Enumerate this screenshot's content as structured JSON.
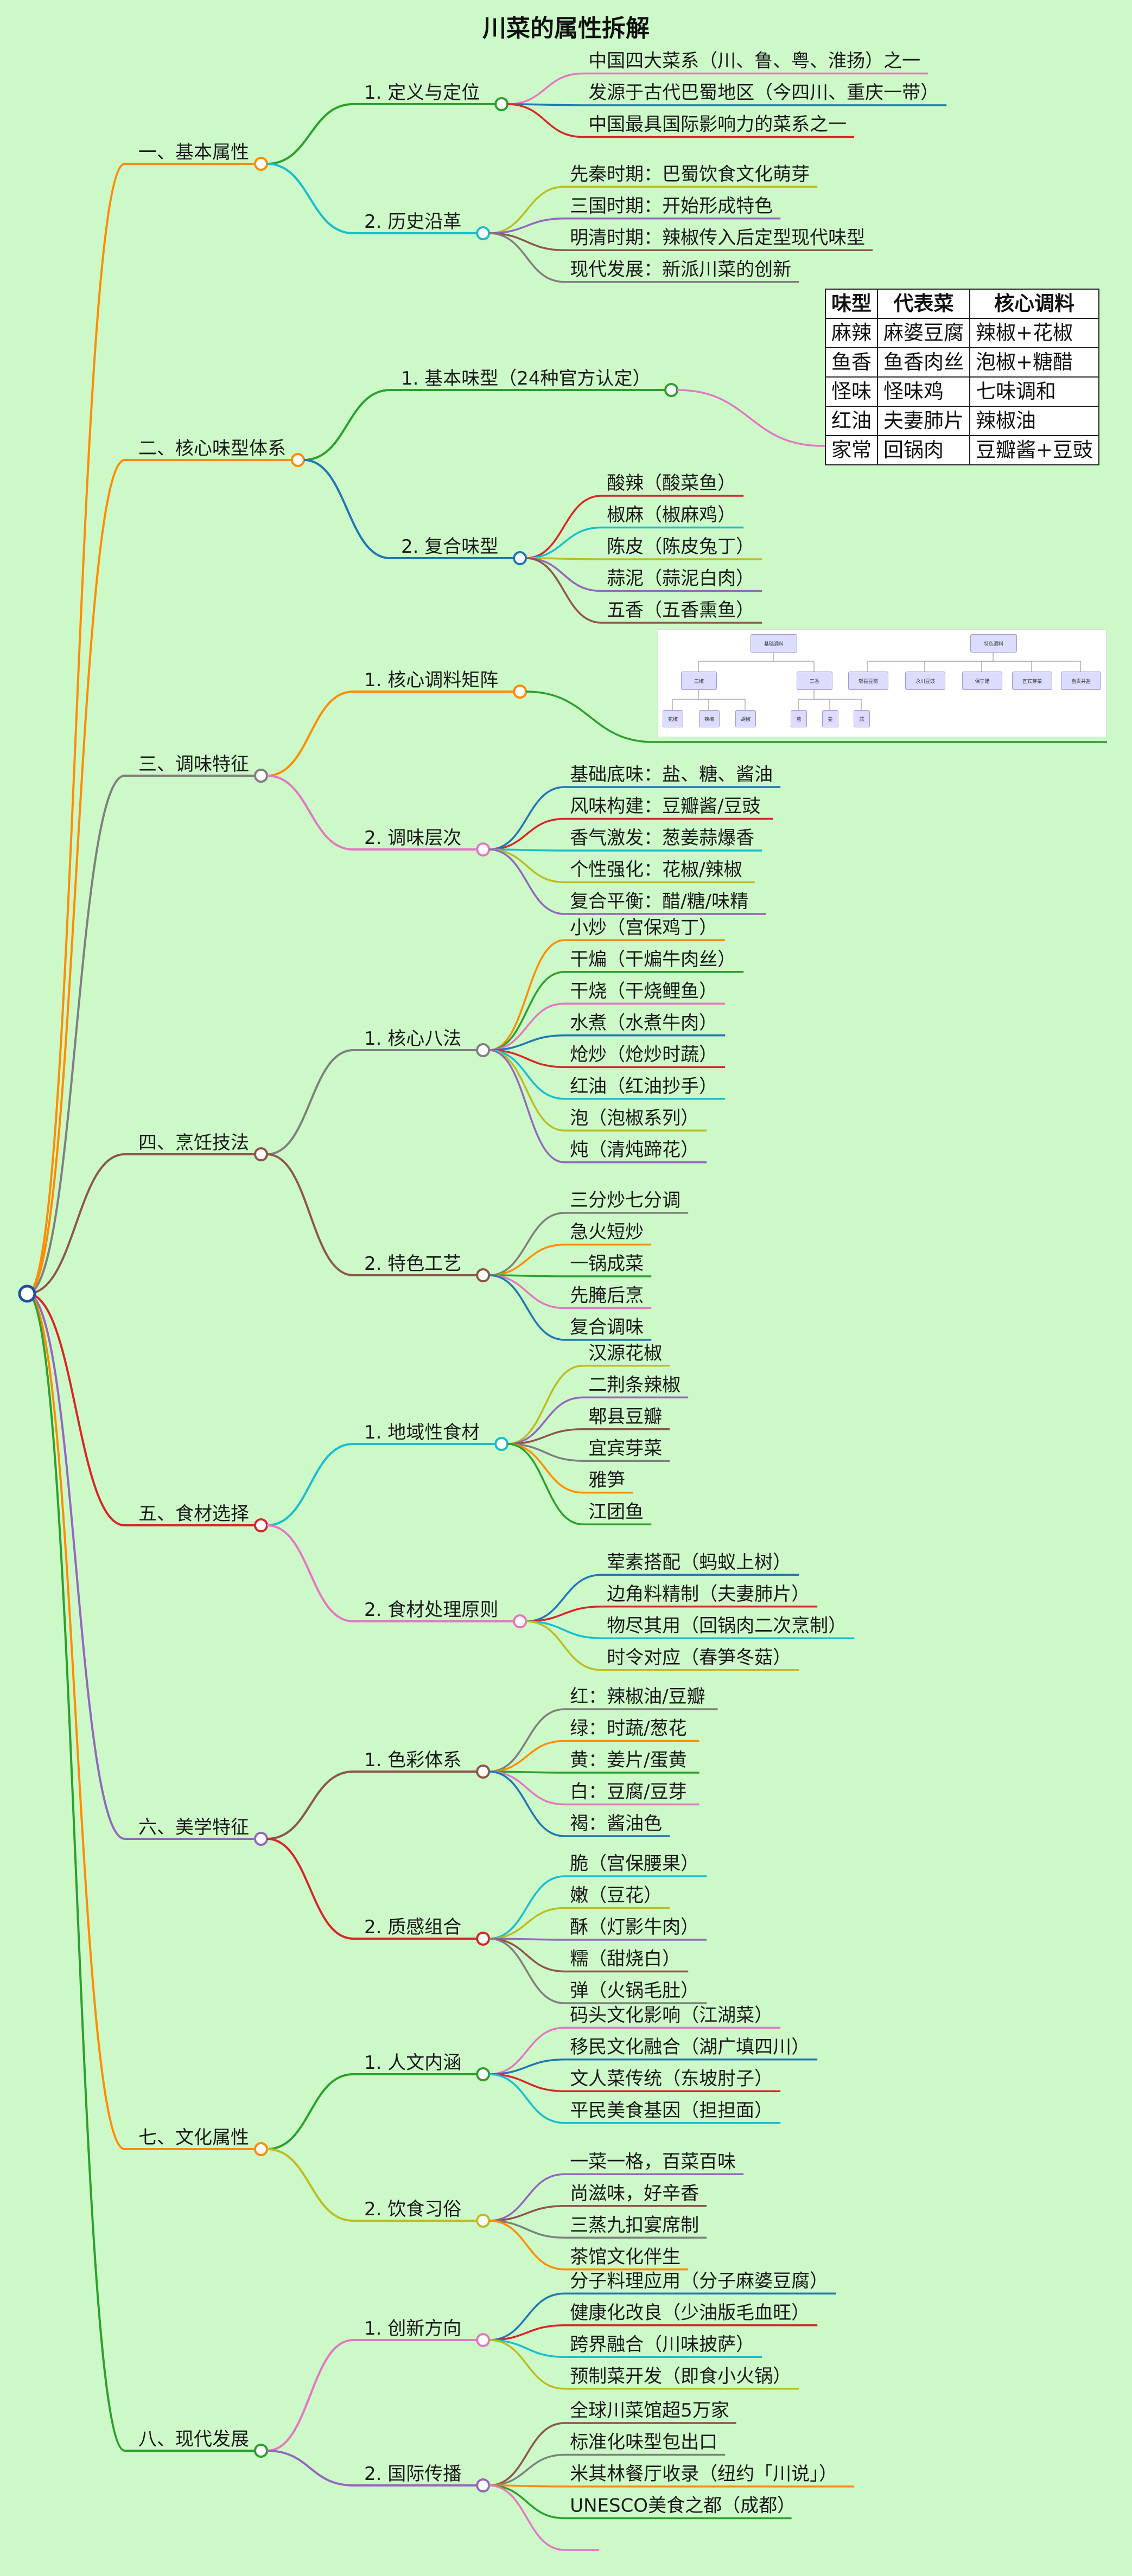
{
  "title": "川菜的属性拆解",
  "colors": {
    "background": "#cdf9c8",
    "palette": [
      "#ff8c00",
      "#2ca02c",
      "#e377c2",
      "#1f77b4",
      "#d62728",
      "#17becf",
      "#bcbd22",
      "#9467bd",
      "#8c564b",
      "#7f7f7f"
    ]
  },
  "branches": [
    {
      "label": "一、基本属性",
      "subs": [
        {
          "label": "1. 定义与定位",
          "leaves": [
            "中国四大菜系（川、鲁、粤、淮扬）之一",
            "发源于古代巴蜀地区（今四川、重庆一带）",
            "中国最具国际影响力的菜系之一"
          ]
        },
        {
          "label": "2. 历史沿革",
          "leaves": [
            "先秦时期：巴蜀饮食文化萌芽",
            "三国时期：开始形成特色",
            "明清时期：辣椒传入后定型现代味型",
            "现代发展：新派川菜的创新"
          ]
        }
      ]
    },
    {
      "label": "二、核心味型体系",
      "subs": [
        {
          "label": "1. 基本味型（24种官方认定）",
          "leaves": []
        },
        {
          "label": "2. 复合味型",
          "leaves": [
            "酸辣（酸菜鱼）",
            "椒麻（椒麻鸡）",
            "陈皮（陈皮兔丁）",
            "蒜泥（蒜泥白肉）",
            "五香（五香熏鱼）"
          ]
        }
      ]
    },
    {
      "label": "三、调味特征",
      "subs": [
        {
          "label": "1. 核心调料矩阵",
          "leaves": []
        },
        {
          "label": "2. 调味层次",
          "leaves": [
            "基础底味：盐、糖、酱油",
            "风味构建：豆瓣酱/豆豉",
            "香气激发：葱姜蒜爆香",
            "个性强化：花椒/辣椒",
            "复合平衡：醋/糖/味精"
          ]
        }
      ]
    },
    {
      "label": "四、烹饪技法",
      "subs": [
        {
          "label": "1. 核心八法",
          "leaves": [
            "小炒（宫保鸡丁）",
            "干煸（干煸牛肉丝）",
            "干烧（干烧鲤鱼）",
            "水煮（水煮牛肉）",
            "炝炒（炝炒时蔬）",
            "红油（红油抄手）",
            "泡（泡椒系列）",
            "炖（清炖蹄花）"
          ]
        },
        {
          "label": "2. 特色工艺",
          "leaves": [
            "三分炒七分调",
            "急火短炒",
            "一锅成菜",
            "先腌后烹",
            "复合调味"
          ]
        }
      ]
    },
    {
      "label": "五、食材选择",
      "subs": [
        {
          "label": "1. 地域性食材",
          "leaves": [
            "汉源花椒",
            "二荆条辣椒",
            "郫县豆瓣",
            "宜宾芽菜",
            "雅笋",
            "江团鱼"
          ]
        },
        {
          "label": "2. 食材处理原则",
          "leaves": [
            "荤素搭配（蚂蚁上树）",
            "边角料精制（夫妻肺片）",
            "物尽其用（回锅肉二次烹制）",
            "时令对应（春笋冬菇）"
          ]
        }
      ]
    },
    {
      "label": "六、美学特征",
      "subs": [
        {
          "label": "1. 色彩体系",
          "leaves": [
            "红：辣椒油/豆瓣",
            "绿：时蔬/葱花",
            "黄：姜片/蛋黄",
            "白：豆腐/豆芽",
            "褐：酱油色"
          ]
        },
        {
          "label": "2. 质感组合",
          "leaves": [
            "脆（宫保腰果）",
            "嫩（豆花）",
            "酥（灯影牛肉）",
            "糯（甜烧白）",
            "弹（火锅毛肚）"
          ]
        }
      ]
    },
    {
      "label": "七、文化属性",
      "subs": [
        {
          "label": "1. 人文内涵",
          "leaves": [
            "码头文化影响（江湖菜）",
            "移民文化融合（湖广填四川）",
            "文人菜传统（东坡肘子）",
            "平民美食基因（担担面）"
          ]
        },
        {
          "label": "2. 饮食习俗",
          "leaves": [
            "一菜一格，百菜百味",
            "尚滋味，好辛香",
            "三蒸九扣宴席制",
            "茶馆文化伴生"
          ]
        }
      ]
    },
    {
      "label": "八、现代发展",
      "subs": [
        {
          "label": "1. 创新方向",
          "leaves": [
            "分子料理应用（分子麻婆豆腐）",
            "健康化改良（少油版毛血旺）",
            "跨界融合（川味披萨）",
            "预制菜开发（即食小火锅）"
          ]
        },
        {
          "label": "2. 国际传播",
          "leaves": [
            "全球川菜馆超5万家",
            "标准化味型包出口",
            "米其林餐厅收录（纽约「川说」）",
            "UNESCO美食之都（成都）",
            ""
          ]
        }
      ]
    }
  ],
  "flavor_table": {
    "headers": [
      "味型",
      "代表菜",
      "核心调料"
    ],
    "rows": [
      [
        "麻辣",
        "麻婆豆腐",
        "辣椒+花椒"
      ],
      [
        "鱼香",
        "鱼香肉丝",
        "泡椒+糖醋"
      ],
      [
        "怪味",
        "怪味鸡",
        "七味调和"
      ],
      [
        "红油",
        "夫妻肺片",
        "辣椒油"
      ],
      [
        "家常",
        "回锅肉",
        "豆瓣酱+豆豉"
      ]
    ]
  },
  "seasoning_diagram": {
    "groups": [
      {
        "label": "基础调料",
        "children": [
          {
            "label": "三椒",
            "children": [
              "花椒",
              "辣椒",
              "胡椒"
            ]
          },
          {
            "label": "三香",
            "children": [
              "葱",
              "姜",
              "蒜"
            ]
          }
        ]
      },
      {
        "label": "特色调料",
        "children": [
          {
            "label": "郫县豆瓣",
            "children": []
          },
          {
            "label": "永川豆豉",
            "children": []
          },
          {
            "label": "保宁醋",
            "children": []
          },
          {
            "label": "宜宾芽菜",
            "children": []
          },
          {
            "label": "自贡井盐",
            "children": []
          }
        ]
      }
    ]
  }
}
